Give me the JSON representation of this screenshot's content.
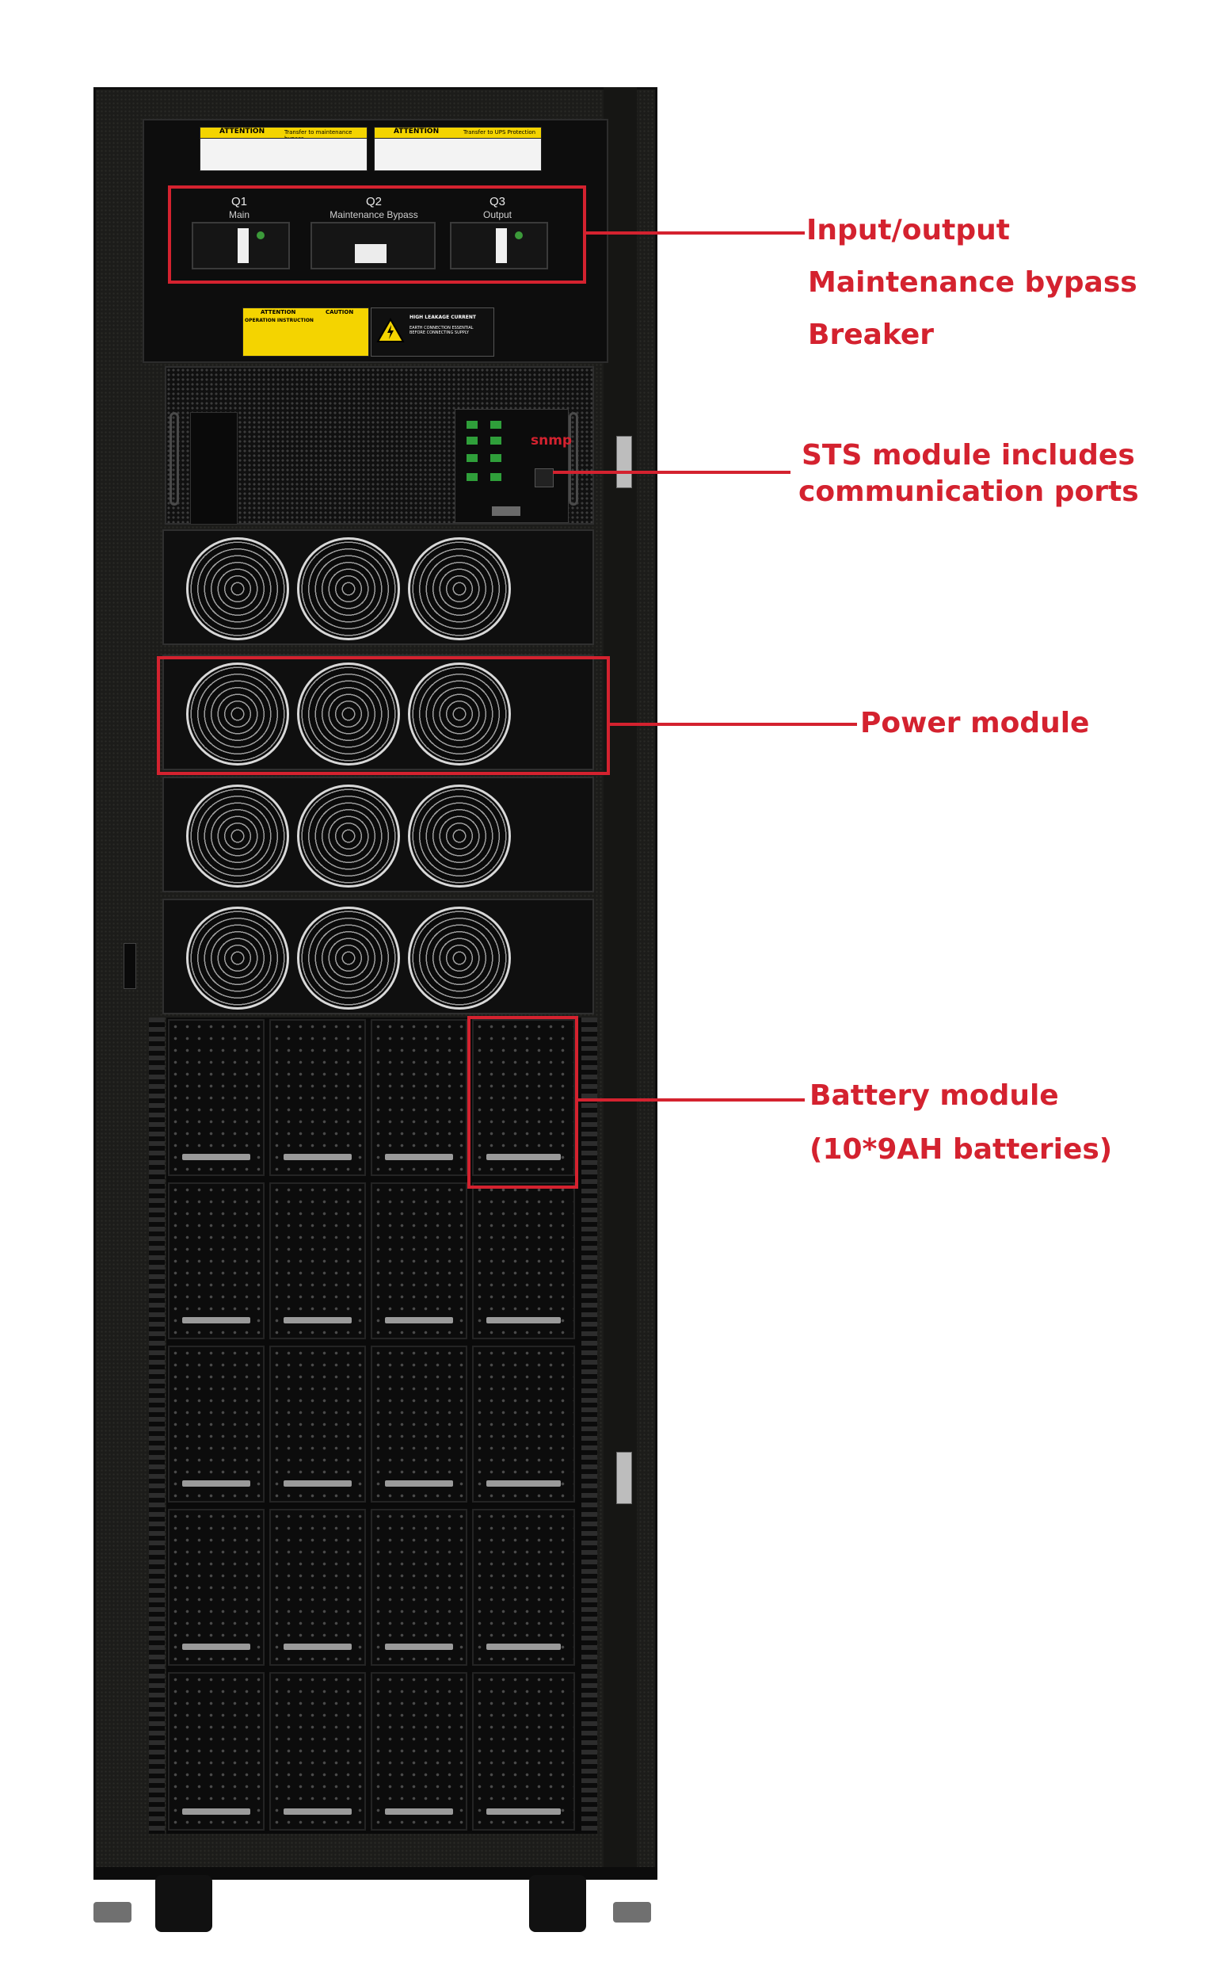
{
  "breakers": [
    {
      "id": "Q1",
      "name": "Main"
    },
    {
      "id": "Q2",
      "name": "Maintenance Bypass"
    },
    {
      "id": "Q3",
      "name": "Output"
    }
  ],
  "warning_labels": {
    "attention_left": "ATTENTION",
    "attention_left_sub": "Transfer to maintenance bypass",
    "attention_right": "ATTENTION",
    "attention_right_sub": "Transfer to UPS Protection",
    "attention_small": "ATTENTION",
    "caution_small": "CAUTION",
    "operation_instruction": "OPERATION INSTRUCTION",
    "high_leakage": "HIGH LEAKAGE CURRENT",
    "earth_connection": "EARTH CONNECTION ESSENTIAL BEFORE CONNECTING SUPPLY"
  },
  "sts_port_label": "snmp",
  "callouts": {
    "breaker": [
      "Input/output",
      "Maintenance bypass",
      "Breaker"
    ],
    "sts": [
      "STS module includes",
      "communication ports"
    ],
    "power": "Power module",
    "battery": [
      "Battery module",
      "(10*9AH batteries)"
    ]
  },
  "colors": {
    "accent": "#d4222f",
    "cabinet": "#1c1c1a",
    "warning_yellow": "#f4d400"
  }
}
